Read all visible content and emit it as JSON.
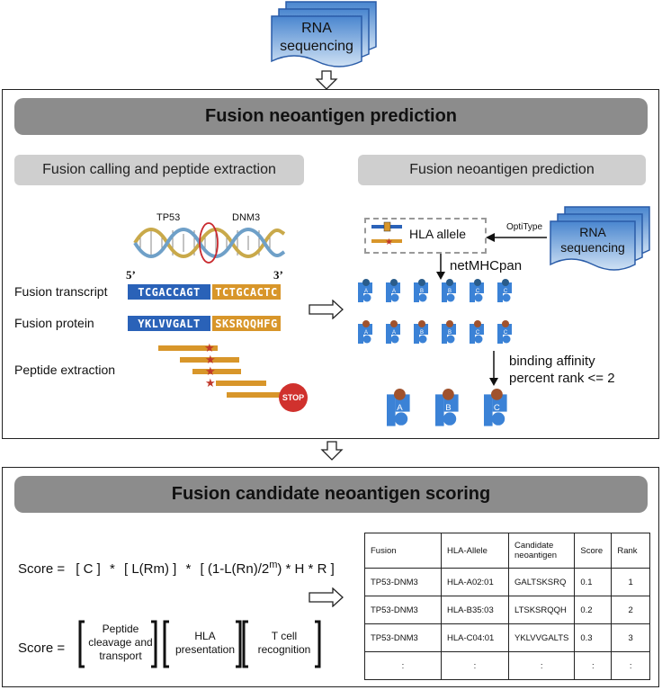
{
  "top_rna": {
    "line1": "RNA",
    "line2": "sequencing"
  },
  "panel1": {
    "title": "Fusion neoantigen prediction",
    "left_header": "Fusion calling and peptide extraction",
    "right_header": "Fusion neoantigen prediction",
    "gene1": "TP53",
    "gene2": "DNM3",
    "five_prime": "5’",
    "three_prime": "3’",
    "transcript_label": "Fusion transcript",
    "transcript_seq1": "TCGACCAGT",
    "transcript_seq2": "TCTGCACTC",
    "protein_label": "Fusion protein",
    "protein_seq1": "YKLVVGALT",
    "protein_seq2": "SKSRQQHFG",
    "peptide_label": "Peptide extraction",
    "stop": "STOP",
    "hla_allele": "HLA allele",
    "optitype": "OptiType",
    "rna_line1": "RNA",
    "rna_line2": "sequencing",
    "netmhcpan": "netMHCpan",
    "affinity_line1": "binding affinity",
    "affinity_line2": "percent rank <= 2",
    "hla_letters_top": [
      "A",
      "A",
      "B",
      "B",
      "C",
      "C"
    ],
    "hla_letters_mid": [
      "A",
      "A",
      "B",
      "B",
      "C",
      "C"
    ],
    "hla_letters_bottom": [
      "A",
      "B",
      "C"
    ]
  },
  "panel2": {
    "title": "Fusion candidate neoantigen scoring",
    "formula": {
      "prefix": "Score =",
      "c": "[ C ]",
      "lrm": "[ L(Rm) ]",
      "mult": "*",
      "part_a": "[ (1-L(Rn)/2",
      "exp": "m",
      "part_b": ") * H * R ]"
    },
    "score2_prefix": "Score =",
    "bracket1": [
      "Peptide",
      "cleavage and",
      "transport"
    ],
    "bracket2": [
      "HLA",
      "presentation"
    ],
    "bracket3": [
      "T cell",
      "recognition"
    ],
    "table": {
      "headers": [
        "Fusion",
        "HLA-Allele",
        "Candidate neoantigen",
        "Score",
        "Rank"
      ],
      "rows": [
        [
          "TP53-DNM3",
          "HLA-A02:01",
          "GALTSKSRQ",
          "0.1",
          "1"
        ],
        [
          "TP53-DNM3",
          "HLA-B35:03",
          "LTSKSRQQH",
          "0.2",
          "2"
        ],
        [
          "TP53-DNM3",
          "HLA-C04:01",
          "YKLVVGALTS",
          "0.3",
          "3"
        ]
      ],
      "dots": ":"
    }
  },
  "colors": {
    "banner": "#8c8c8c",
    "subbanner": "#cfcfcf",
    "blue": "#2a62b8",
    "orange": "#d8962a",
    "hla": "#3b82d6",
    "stop": "#d0312d",
    "star": "#c0392b",
    "doc": "#7fb0e0"
  }
}
